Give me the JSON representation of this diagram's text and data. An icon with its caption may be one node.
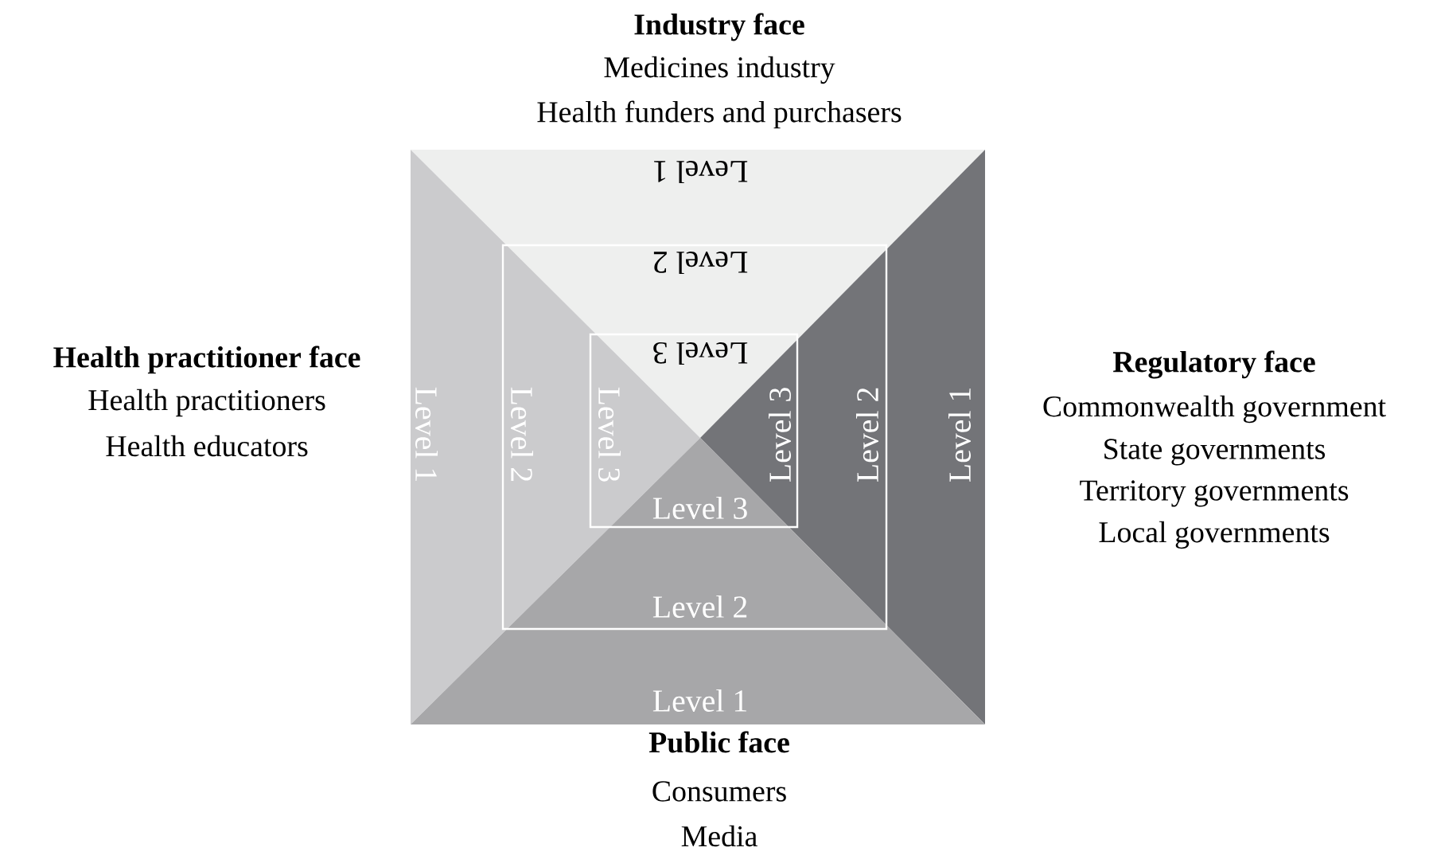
{
  "diagram": {
    "nodes": [
      {
        "text": [
          "Level 1",
          "Level 1",
          "Level 1",
          "Level 1"
        ]
      },
      {
        "text": [
          "Level 2",
          "Level 2",
          "Level 2",
          "Level 2"
        ],
        "in": 0
      },
      {
        "text": [
          "Level 3",
          "Level 3",
          "Level 3",
          "Level 3"
        ],
        "in": 1
      }
    ],
    "labels": [
      "Industry face",
      "Medicines industry",
      "Health funders and purchasers",
      "Health practitioner face",
      "Health practitioners",
      "Health educators",
      "Regulatory face",
      "Commonwealth government",
      "State governments",
      "Territory governments",
      "Local governments",
      "Public face",
      "Consumers",
      "Media"
    ]
  }
}
